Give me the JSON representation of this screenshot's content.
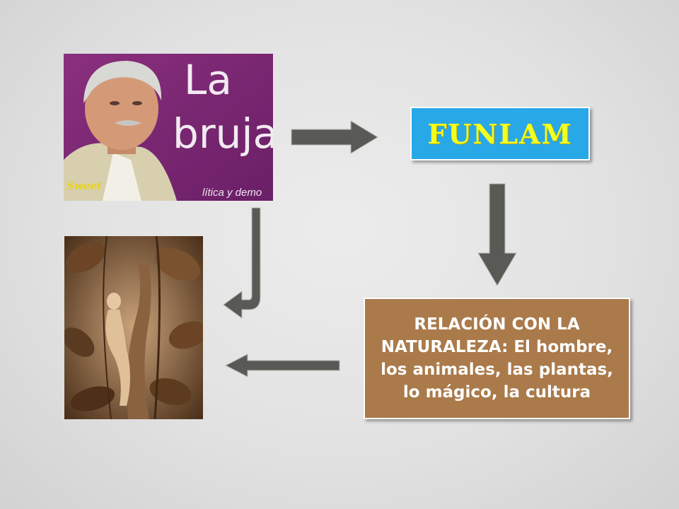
{
  "photo_man": {
    "title_line1": "La",
    "title_line2": "bruja",
    "subtitle": "lítica y demo",
    "logo_text": "Sweet"
  },
  "funlam_box": {
    "label": "FUNLAM",
    "color": "#29a8e8",
    "text_color": "#f2ff1f"
  },
  "nature_box": {
    "label": "RELACIÓN CON LA NATURALEZA: El hombre, los animales, las plantas, lo mágico, la cultura",
    "color": "#aa7a4a"
  },
  "arrows": {
    "color": "#595a55",
    "flow": [
      "photo-man → funlam-box",
      "funlam-box → nature-box",
      "nature-box → photo-jungle",
      "photo-man → photo-jungle"
    ]
  }
}
